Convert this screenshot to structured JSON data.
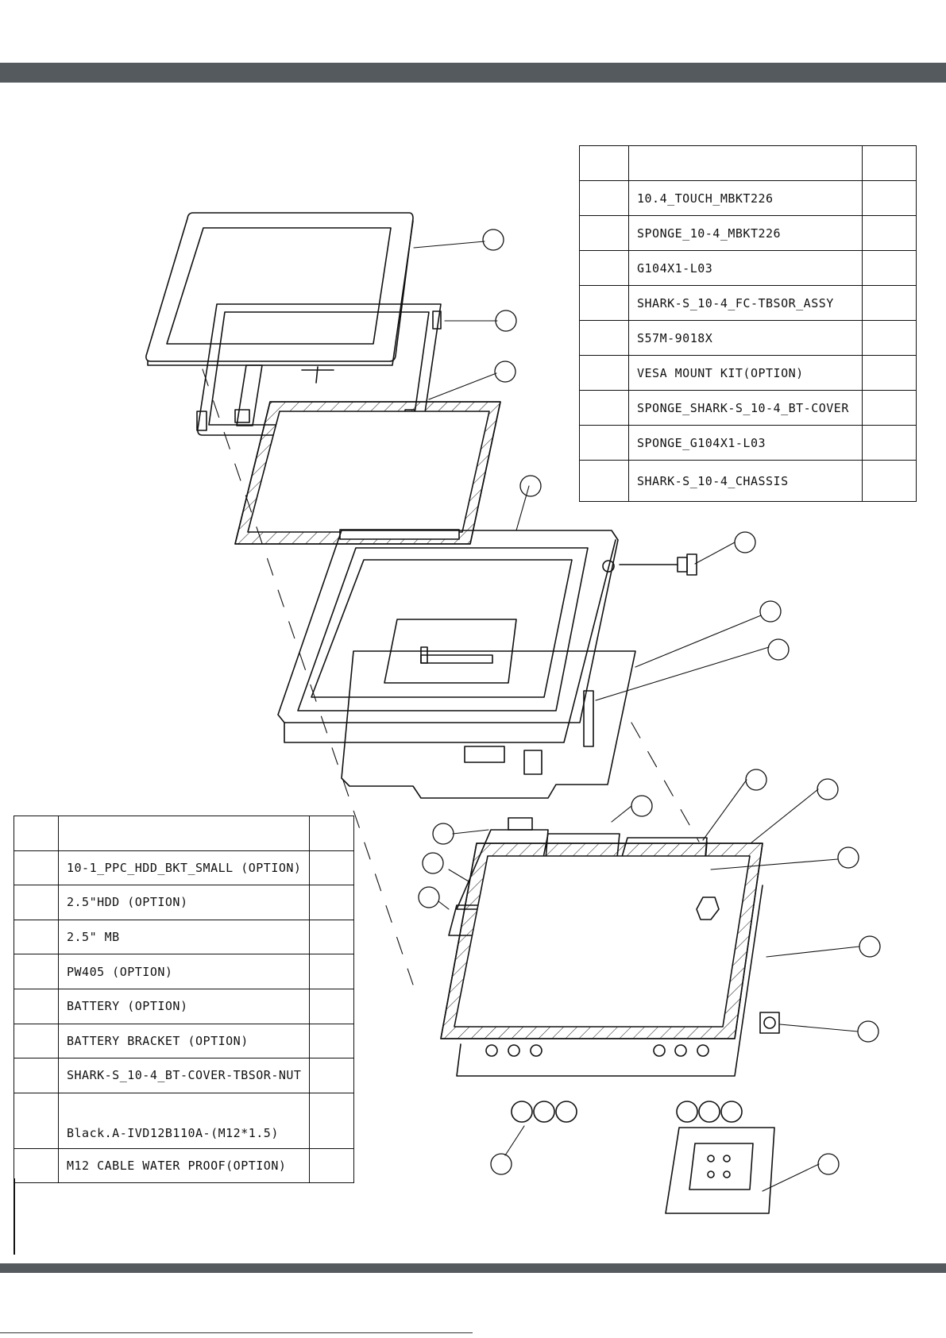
{
  "top_table": {
    "rows": [
      "10.4_TOUCH_MBKT226",
      "SPONGE_10-4_MBKT226",
      "G104X1-L03",
      "SHARK-S_10-4_FC-TBSOR_ASSY",
      "S57M-9018X",
      "VESA MOUNT KIT(OPTION)",
      "SPONGE_SHARK-S_10-4_BT-COVER",
      "SPONGE_G104X1-L03",
      "SHARK-S_10-4_CHASSIS"
    ]
  },
  "bottom_table": {
    "rows": [
      "10-1_PPC_HDD_BKT_SMALL (OPTION)",
      "2.5\"HDD (OPTION)",
      "2.5\" MB",
      "PW405 (OPTION)",
      "BATTERY (OPTION)",
      "BATTERY BRACKET (OPTION)",
      "SHARK-S_10-4_BT-COVER-TBSOR-NUT",
      "Black.A-IVD12B110A-(M12*1.5)",
      "M12 CABLE WATER PROOF(OPTION)"
    ]
  },
  "colors": {
    "band": "#555a5f",
    "line": "#111111"
  }
}
